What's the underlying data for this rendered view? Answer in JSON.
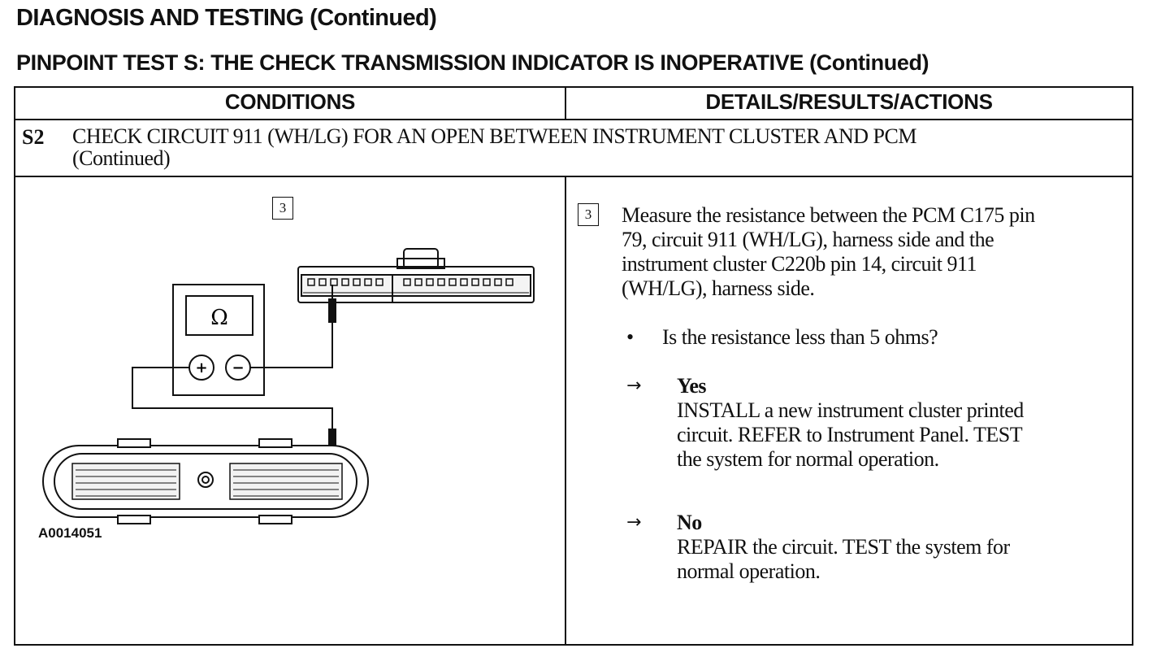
{
  "header": {
    "section_title": "DIAGNOSIS AND TESTING (Continued)",
    "test_title": "PINPOINT TEST S: THE CHECK TRANSMISSION INDICATOR IS INOPERATIVE",
    "test_title_suffix": "(Continued)"
  },
  "table": {
    "col_conditions": "CONDITIONS",
    "col_details": "DETAILS/RESULTS/ACTIONS",
    "step": {
      "id": "S2",
      "title_line1": "CHECK CIRCUIT 911 (WH/LG) FOR AN OPEN BETWEEN INSTRUMENT CLUSTER AND PCM",
      "title_line2": "(Continued)"
    }
  },
  "figure": {
    "ref_number": "3",
    "meter_symbol": "Ω",
    "plus_symbol": "+",
    "minus_symbol": "−",
    "figure_id": "A0014051"
  },
  "details": {
    "ref_number": "3",
    "instruction_lines": [
      "Measure the resistance between the PCM C175 pin",
      "79, circuit 911 (WH/LG), harness side and the",
      "instrument cluster C220b pin 14, circuit 911",
      "(WH/LG), harness side."
    ],
    "question": "Is the resistance less than 5 ohms?",
    "bullet_symbol": "•",
    "arrow_symbol": "→",
    "yes": {
      "label": "Yes",
      "lines": [
        "INSTALL a new instrument cluster printed",
        "circuit. REFER to  Instrument Panel. TEST",
        "the system for normal  operation."
      ]
    },
    "no": {
      "label": "No",
      "lines": [
        "REPAIR the circuit. TEST the system for",
        "normal operation."
      ]
    }
  }
}
